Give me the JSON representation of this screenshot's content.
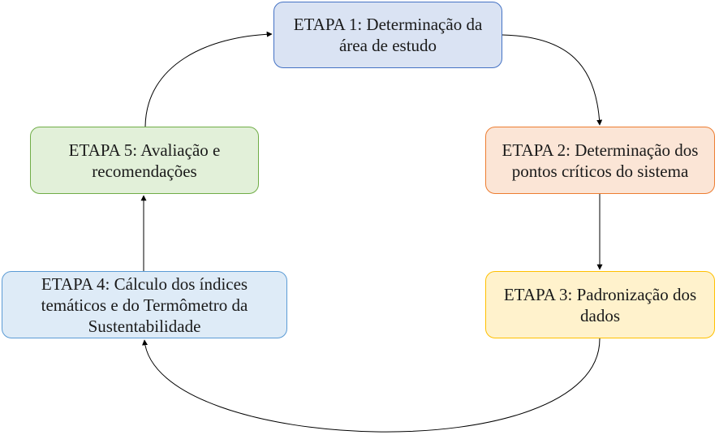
{
  "diagram": {
    "steps": [
      {
        "id": "etapa-1",
        "label": "ETAPA 1: Determinação da área de estudo"
      },
      {
        "id": "etapa-2",
        "label": "ETAPA 2: Determinação dos pontos críticos do sistema"
      },
      {
        "id": "etapa-3",
        "label": "ETAPA 3: Padronização dos dados"
      },
      {
        "id": "etapa-4",
        "label": "ETAPA 4: Cálculo dos índices temáticos e do Termômetro da Sustentabilidade"
      },
      {
        "id": "etapa-5",
        "label": "ETAPA 5: Avaliação e recomendações"
      }
    ],
    "flow": [
      {
        "from": "etapa-1",
        "to": "etapa-2"
      },
      {
        "from": "etapa-2",
        "to": "etapa-3"
      },
      {
        "from": "etapa-3",
        "to": "etapa-4"
      },
      {
        "from": "etapa-4",
        "to": "etapa-5"
      },
      {
        "from": "etapa-5",
        "to": "etapa-1"
      }
    ],
    "colors": {
      "etapa-1": {
        "fill": "#dae3f3",
        "border": "#4472c4"
      },
      "etapa-2": {
        "fill": "#fbe5d6",
        "border": "#ed7d31"
      },
      "etapa-3": {
        "fill": "#fff2cc",
        "border": "#ffc000"
      },
      "etapa-4": {
        "fill": "#deebf7",
        "border": "#5b9bd5"
      },
      "etapa-5": {
        "fill": "#e2f0d9",
        "border": "#70ad47"
      },
      "connector": "#000000"
    }
  }
}
